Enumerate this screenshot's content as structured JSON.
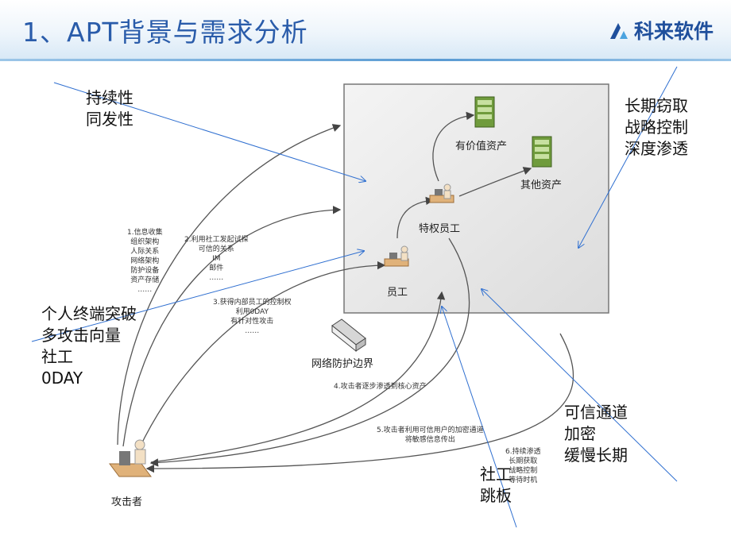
{
  "header": {
    "title": "1、APT背景与需求分析",
    "brand": "科来软件"
  },
  "diagram": {
    "nodes": {
      "valuable_asset": "有价值资产",
      "other_asset": "其他资产",
      "privileged_employee": "特权员工",
      "employee": "员工",
      "network_boundary": "网络防护边界",
      "attacker": "攻击者"
    },
    "steps": {
      "step1": [
        "1.信息收集",
        "组织架构",
        "人际关系",
        "网络架构",
        "防护设备",
        "资产存储",
        "……"
      ],
      "step2": [
        "2.利用社工发起试探",
        "可信的关系",
        "IM",
        "邮件",
        "……"
      ],
      "step3": [
        "3.获得内部员工的控制权",
        "利用0DAY",
        "有针对性攻击",
        "……"
      ],
      "step4": "4.攻击者逐步渗透到核心资产",
      "step5": [
        "5.攻击者利用可信用户的加密通道",
        "将敏感信息传出"
      ],
      "step6": [
        "6.持续渗透",
        "长期获取",
        "战略控制",
        "等待时机"
      ]
    },
    "annotations": {
      "persistence": [
        "持续性",
        "同发性"
      ],
      "long_term": [
        "长期窃取",
        "战略控制",
        "深度渗透"
      ],
      "endpoint": [
        "个人终端突破",
        "多攻击向量",
        "社工",
        "0DAY"
      ],
      "trusted_channel": [
        "可信通道",
        "加密",
        "缓慢长期"
      ],
      "social_pivot": [
        "社工",
        "跳板"
      ]
    }
  }
}
